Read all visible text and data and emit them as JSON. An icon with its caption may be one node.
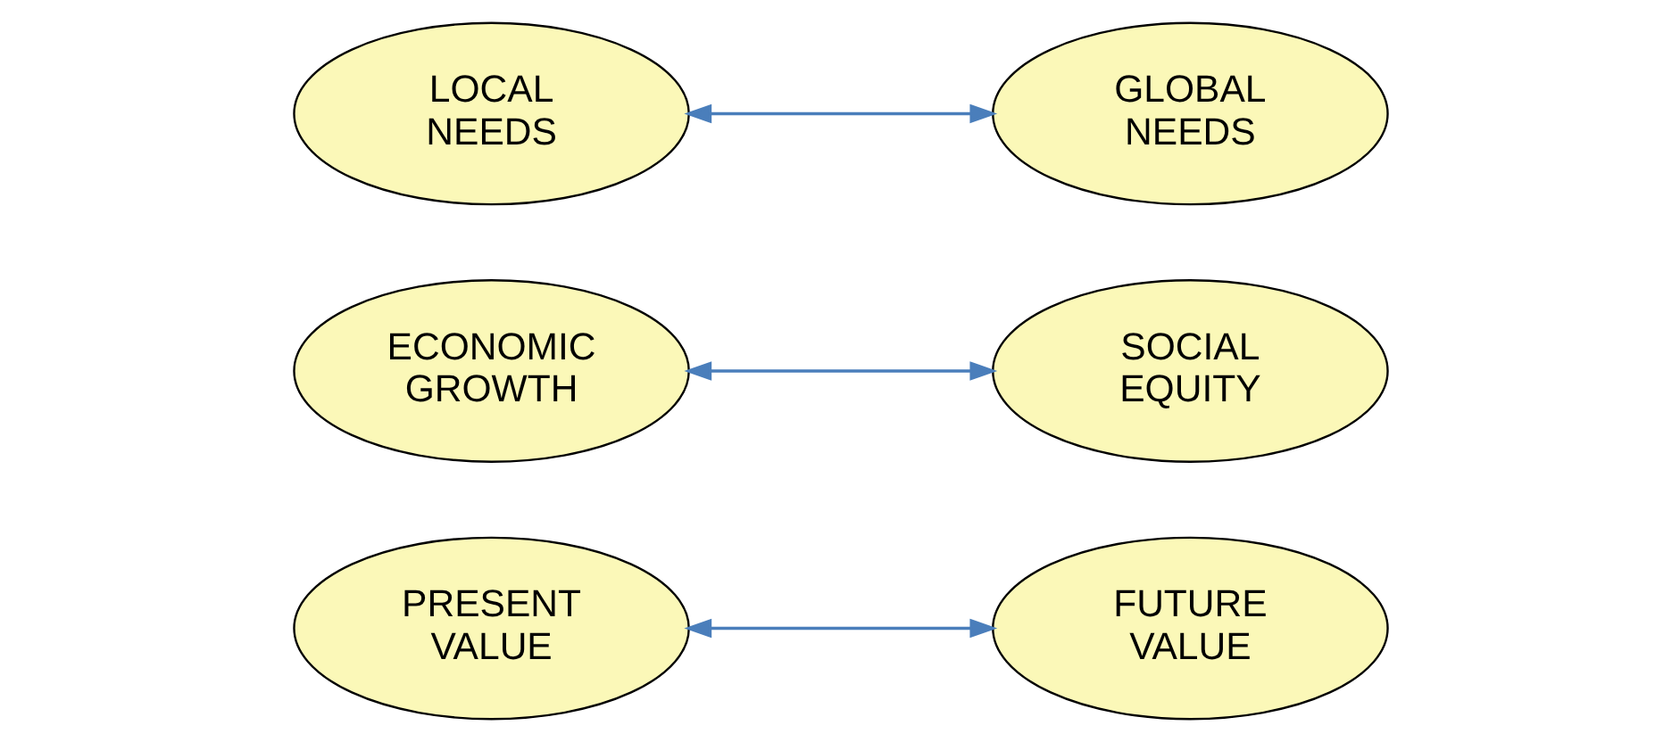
{
  "diagram": {
    "nodes": [
      {
        "text": [
          "PRESENT VALUE"
        ]
      },
      {
        "text": [
          "ECONOMIC GROWTH"
        ]
      },
      {
        "text": [
          "LOCAL NEEDS"
        ]
      },
      {
        "text": [
          "GLOBAL NEEDS"
        ]
      },
      {
        "text": [
          "SOCIAL EQUITY"
        ]
      },
      {
        "text": [
          "FUTURE VALUE"
        ]
      }
    ],
    "edges": [
      {
        "from": 2,
        "to": 3,
        "arrow": "both"
      },
      {
        "from": 0,
        "to": 5,
        "arrow": "both"
      },
      {
        "from": 1,
        "to": 4,
        "arrow": "both"
      }
    ]
  }
}
